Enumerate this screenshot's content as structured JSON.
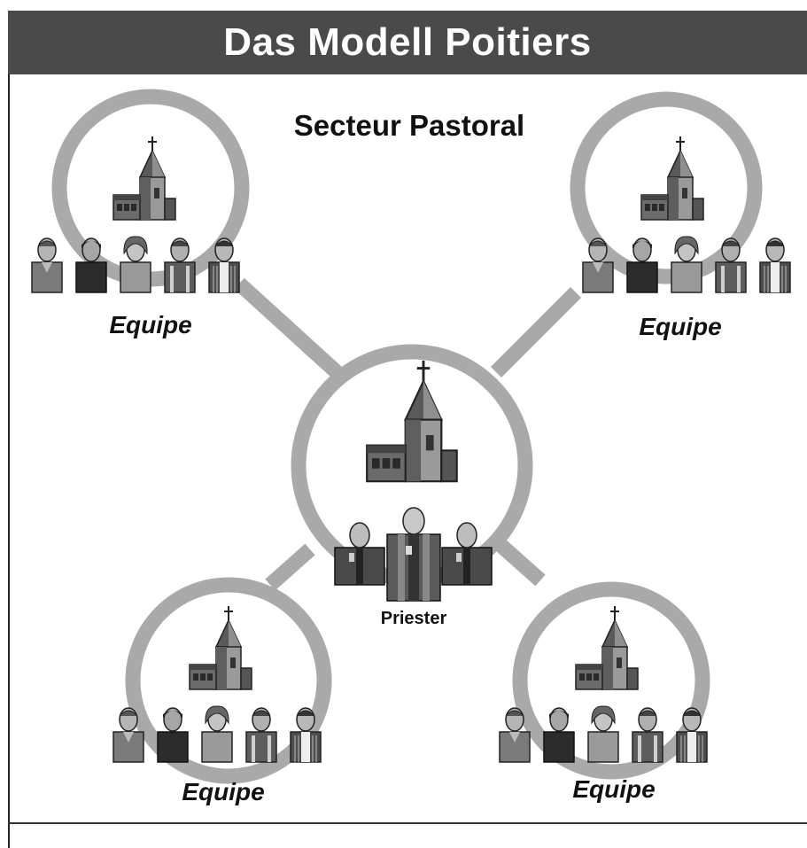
{
  "title": "Das Modell Poitiers",
  "subtitle": "Secteur Pastoral",
  "center_label": "Priester",
  "equipe_labels": [
    "Equipe",
    "Equipe",
    "Equipe",
    "Equipe"
  ],
  "colors": {
    "title_bar": "#4a4a4a",
    "ring": "#a9a9a9",
    "church_dark": "#3a3a3a",
    "church_mid": "#8a8a8a"
  },
  "icons": [
    "church-icon",
    "person-icon",
    "priest-icon",
    "cross-icon"
  ]
}
